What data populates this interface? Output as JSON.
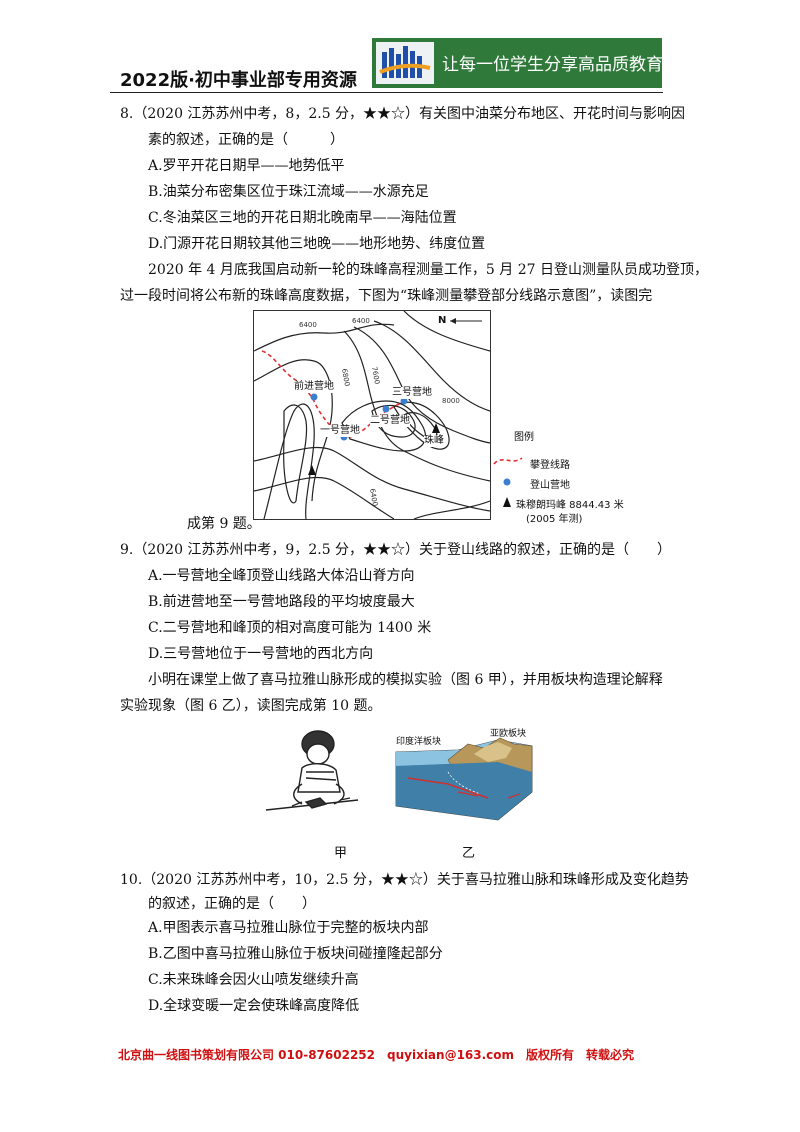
{
  "header": {
    "title": "2022版·初中事业部专用资源",
    "slogan": "让每一位学生分享高品质教育",
    "colors": {
      "banner": "#2f7a3a"
    }
  },
  "q8": {
    "stem_l1": "8.（2020 江苏苏州中考，8，2.5 分，★★☆）有关图中油菜分布地区、开花时间与影响因",
    "stem_l2": "素的叙述，正确的是（　　　）",
    "a": "A.罗平开花日期早——地势低平",
    "b": "B.油菜分布密集区位于珠江流域——水源充足",
    "c": "C.冬油菜区三地的开花日期北晚南早——海陆位置",
    "d": "D.门源开花日期较其他三地晚——地形地势、纬度位置"
  },
  "intro1": {
    "l1": "2020 年 4 月底我国启动新一轮的珠峰高程测量工作，5 月 27 日登山测量队员成功登顶，",
    "l2": "过一段时间将公布新的珠峰高度数据，下图为“珠峰测量攀登部分线路示意图”，读图完",
    "l3": "成第 9 题。"
  },
  "map": {
    "north": "N",
    "contours": {
      "c6400a": "6400",
      "c6400b": "6400",
      "c6800": "6800",
      "c7600": "7600",
      "c8000": "8000",
      "c6400c": "6400"
    },
    "camps": {
      "advance": "前进营地",
      "camp1": "一号营地",
      "camp2": "二号营地",
      "camp3": "三号营地"
    },
    "peak": "珠峰",
    "legend": {
      "title": "图例",
      "route": "攀登线路",
      "camp": "登山营地",
      "peak": "珠穆朗玛峰 8844.43 米",
      "peak_note": "(2005 年测)"
    },
    "colors": {
      "route": "#e03030",
      "camp": "#3b7fd0"
    }
  },
  "q9": {
    "stem": "9.（2020 江苏苏州中考，9，2.5 分，★★☆）关于登山线路的叙述，正确的是（　　）",
    "a": "A.一号营地全峰顶登山线路大体沿山脊方向",
    "b": "B.前进营地至一号营地路段的平均坡度最大",
    "c": "C.二号营地和峰顶的相对高度可能为 1400 米",
    "d": "D.三号营地位于一号营地的西北方向"
  },
  "intro2": {
    "l1": "小明在课堂上做了喜马拉雅山脉形成的模拟实验（图 6 甲），并用板块构造理论解释",
    "l2": "实验现象（图 6 乙），读图完成第 10 题。"
  },
  "fig6": {
    "india": "印度洋板块",
    "eurasia": "亚欧板块",
    "cap_a": "甲",
    "cap_b": "乙"
  },
  "q10": {
    "stem_l1": "10.（2020 江苏苏州中考，10，2.5 分，★★☆）关于喜马拉雅山脉和珠峰形成及变化趋势",
    "stem_l2": "的叙述，正确的是（　　）",
    "a": "A.甲图表示喜马拉雅山脉位于完整的板块内部",
    "b": "B.乙图中喜马拉雅山脉位于板块间碰撞隆起部分",
    "c": "C.未来珠峰会因火山喷发继续升高",
    "d": "D.全球变暖一定会使珠峰高度降低"
  },
  "footer": {
    "text": "北京曲一线图书策划有限公司 010-87602252　quyixian@163.com　版权所有　转载必究",
    "color": "#d01010"
  }
}
